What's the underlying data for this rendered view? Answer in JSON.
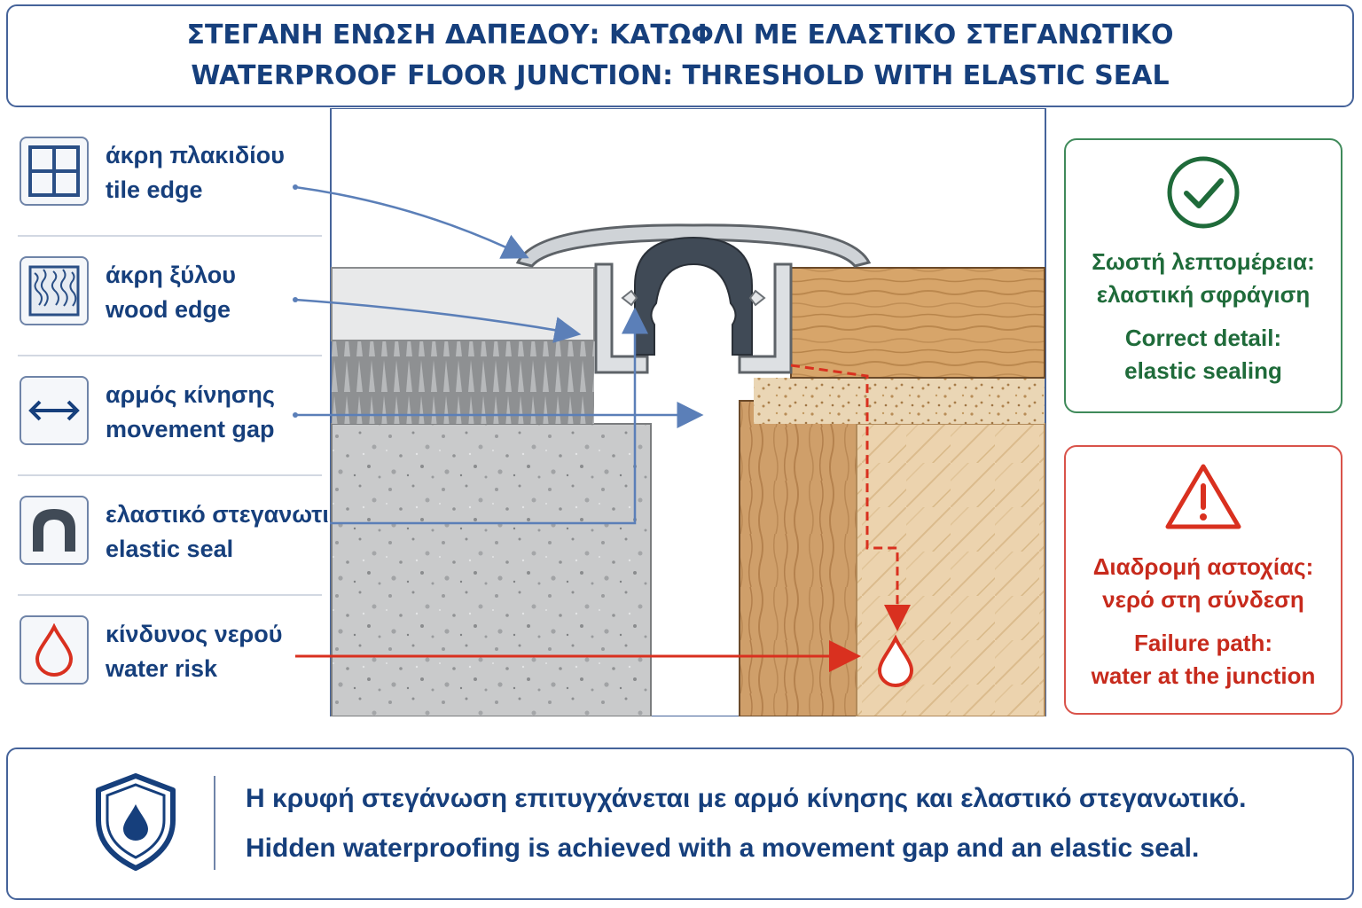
{
  "title": {
    "line_el": "ΣΤΕΓΑΝΗ ΕΝΩΣΗ ΔΑΠΕΔΟΥ: ΚΑΤΩΦΛΙ ΜΕ ΕΛΑΣΤΙΚΟ ΣΤΕΓΑΝΩΤΙΚΟ",
    "line_en": "WATERPROOF FLOOR JUNCTION: THRESHOLD WITH ELASTIC SEAL"
  },
  "legend": [
    {
      "icon": "tile-grid-icon",
      "el": "άκρη πλακιδίου",
      "en": "tile edge"
    },
    {
      "icon": "wood-texture-icon",
      "el": "άκρη ξύλου",
      "en": "wood edge"
    },
    {
      "icon": "double-arrow-icon",
      "el": "αρμός κίνησης",
      "en": "movement gap"
    },
    {
      "icon": "seal-profile-icon",
      "el": "ελαστικό στεγανωτικό",
      "en": "elastic seal"
    },
    {
      "icon": "water-drop-icon",
      "el": "κίνδυνος νερού",
      "en": "water risk"
    }
  ],
  "correct_panel": {
    "icon": "check-circle-icon",
    "el_line1": "Σωστή λεπτομέρεια:",
    "el_line2": "ελαστική σφράγιση",
    "en_line1": "Correct detail:",
    "en_line2": "elastic sealing",
    "color": "#1f6b3a"
  },
  "failure_panel": {
    "icon": "warning-triangle-icon",
    "el_line1": "Διαδρομή αστοχίας:",
    "el_line2": "νερό στη σύνδεση",
    "en_line1": "Failure path:",
    "en_line2": "water at the junction",
    "color": "#c72a1c"
  },
  "footer": {
    "icon": "shield-drop-icon",
    "el": "Η κρυφή στεγάνωση επιτυγχάνεται με αρμό κίνησης και ελαστικό στεγανωτικό.",
    "en": "Hidden waterproofing is achieved with a movement gap and an elastic seal."
  },
  "colors": {
    "navy": "#163f7c",
    "pointer_blue": "#5b7fb8",
    "risk_red": "#d9301f",
    "seal": "#404a56"
  }
}
